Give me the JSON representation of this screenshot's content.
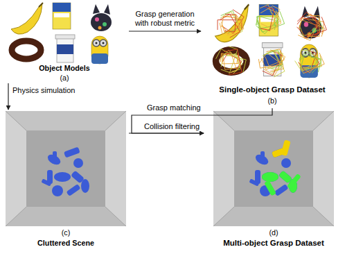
{
  "diagram": {
    "nodes": [
      {
        "text": [
          "Object Models",
          "(a)"
        ]
      },
      {
        "text": [
          "Single-object Grasp Dataset",
          "(b)"
        ]
      },
      {
        "text": [
          "Cluttered Scene",
          "(c)"
        ]
      },
      {
        "text": [
          "Multi-object Grasp Dataset",
          "(d)"
        ]
      }
    ],
    "edges": [
      {
        "from": 0,
        "to": 1,
        "arrow": "to",
        "label": "Grasp generation with robust metric"
      },
      {
        "from": 0,
        "to": 2,
        "arrow": "to",
        "label": "Physics simulation"
      },
      {
        "from": 1,
        "to": 3,
        "arrow": "to",
        "label": "Grasp matching"
      },
      {
        "from": 2,
        "to": 3,
        "arrow": "to",
        "label": "Collision filtering"
      }
    ]
  }
}
